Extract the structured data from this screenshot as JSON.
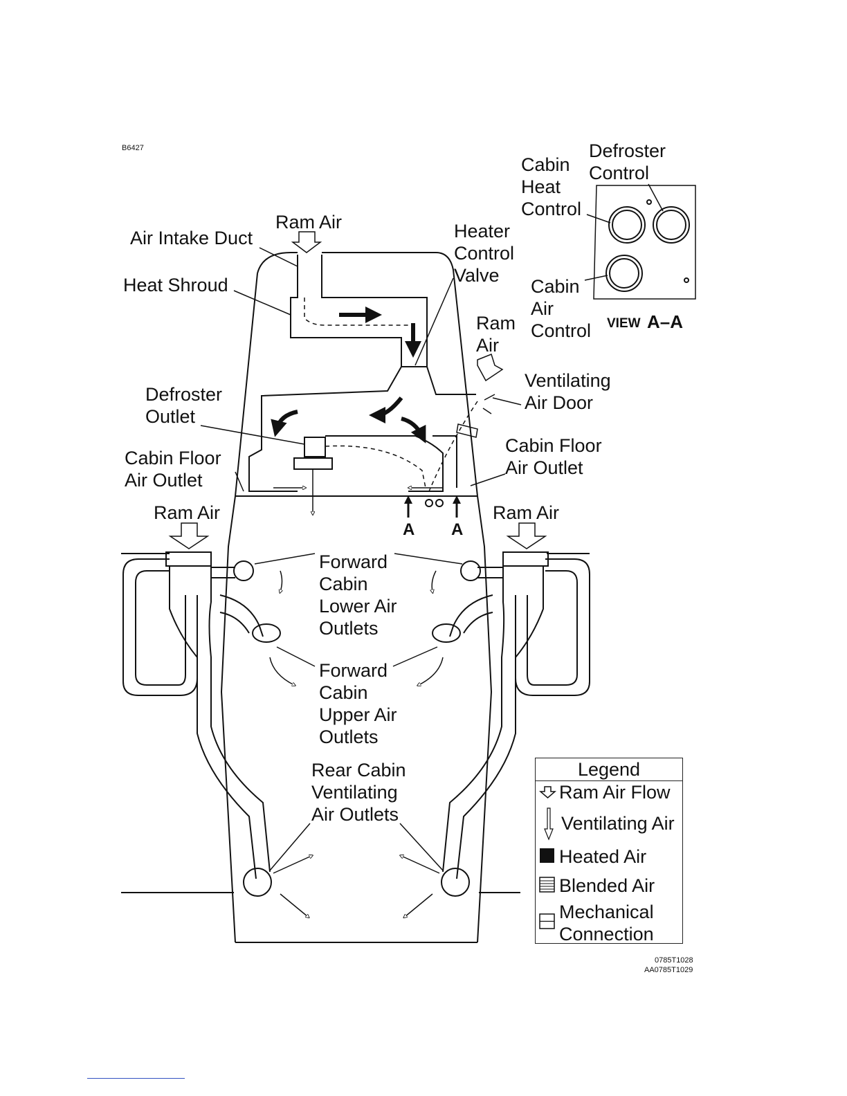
{
  "figure_id": "B6427",
  "part_numbers": [
    "0785T1028",
    "AA0785T1029"
  ],
  "labels": {
    "air_intake_duct": "Air Intake Duct",
    "ram_air_top": "Ram Air",
    "heat_shroud": "Heat Shroud",
    "heater_control_valve": "Heater\nControl\nValve",
    "ram_air_right": "Ram\nAir",
    "ventilating_air_door": "Ventilating\nAir Door",
    "defroster_outlet": "Defroster\nOutlet",
    "cabin_floor_air_outlet_left": "Cabin Floor\nAir Outlet",
    "cabin_floor_air_outlet_right": "Cabin Floor\nAir Outlet",
    "ram_air_left": "Ram Air",
    "ram_air_right_lower": "Ram Air",
    "section_a_left": "A",
    "section_a_right": "A",
    "forward_cabin_lower": "Forward\nCabin\nLower Air\nOutlets",
    "forward_cabin_upper": "Forward\nCabin\nUpper Air\nOutlets",
    "rear_cabin": "Rear Cabin\nVentilating\nAir Outlets",
    "cabin_heat_control": "Cabin\nHeat\nControl",
    "defroster_control": "Defroster\nControl",
    "cabin_air_control": "Cabin\nAir\nControl",
    "view_prefix": "VIEW",
    "view_section": "A–A"
  },
  "legend": {
    "title": "Legend",
    "items": [
      {
        "label": "Ram Air Flow",
        "icon": "hollow-arrow-icon"
      },
      {
        "label": "Ventilating Air",
        "icon": "thin-arrow-icon"
      },
      {
        "label": "Heated Air",
        "icon": "solid-square-icon"
      },
      {
        "label": "Blended Air",
        "icon": "striped-square-icon"
      },
      {
        "label": "Mechanical\nConnection",
        "icon": "split-square-icon"
      }
    ]
  }
}
